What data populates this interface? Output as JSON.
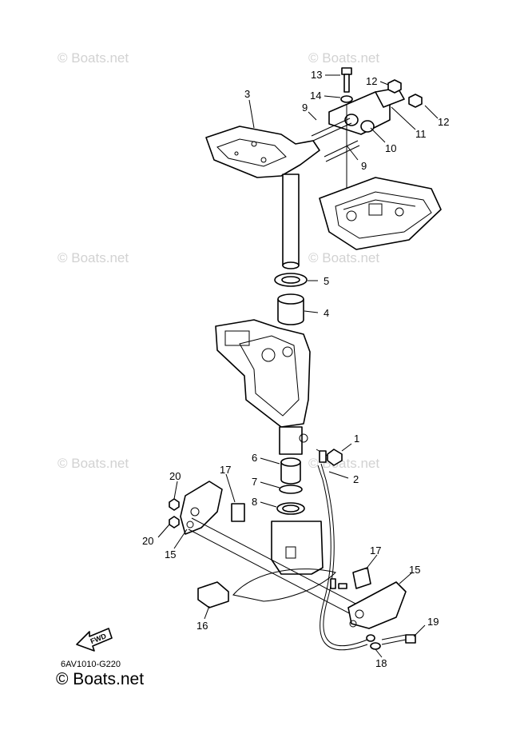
{
  "watermark": {
    "text": "© Boats.net",
    "color": "#d2d2d2"
  },
  "diagram": {
    "callouts": [
      {
        "id": "c13",
        "label": "13"
      },
      {
        "id": "c12a",
        "label": "12"
      },
      {
        "id": "c14",
        "label": "14"
      },
      {
        "id": "c12b",
        "label": "12"
      },
      {
        "id": "c3",
        "label": "3"
      },
      {
        "id": "c9a",
        "label": "9"
      },
      {
        "id": "c11",
        "label": "11"
      },
      {
        "id": "c10",
        "label": "10"
      },
      {
        "id": "c9b",
        "label": "9"
      },
      {
        "id": "c5",
        "label": "5"
      },
      {
        "id": "c4",
        "label": "4"
      },
      {
        "id": "c1",
        "label": "1"
      },
      {
        "id": "c6",
        "label": "6"
      },
      {
        "id": "c2",
        "label": "2"
      },
      {
        "id": "c7",
        "label": "7"
      },
      {
        "id": "c8",
        "label": "8"
      },
      {
        "id": "c17a",
        "label": "17"
      },
      {
        "id": "c20a",
        "label": "20"
      },
      {
        "id": "c20b",
        "label": "20"
      },
      {
        "id": "c15a",
        "label": "15"
      },
      {
        "id": "c17b",
        "label": "17"
      },
      {
        "id": "c15b",
        "label": "15"
      },
      {
        "id": "c16",
        "label": "16"
      },
      {
        "id": "c19",
        "label": "19"
      },
      {
        "id": "c18",
        "label": "18"
      }
    ],
    "fwd_label": "FWD",
    "drawing_code": "6AV1010-G220"
  },
  "footer": {
    "brand_text": "© Boats.net"
  }
}
